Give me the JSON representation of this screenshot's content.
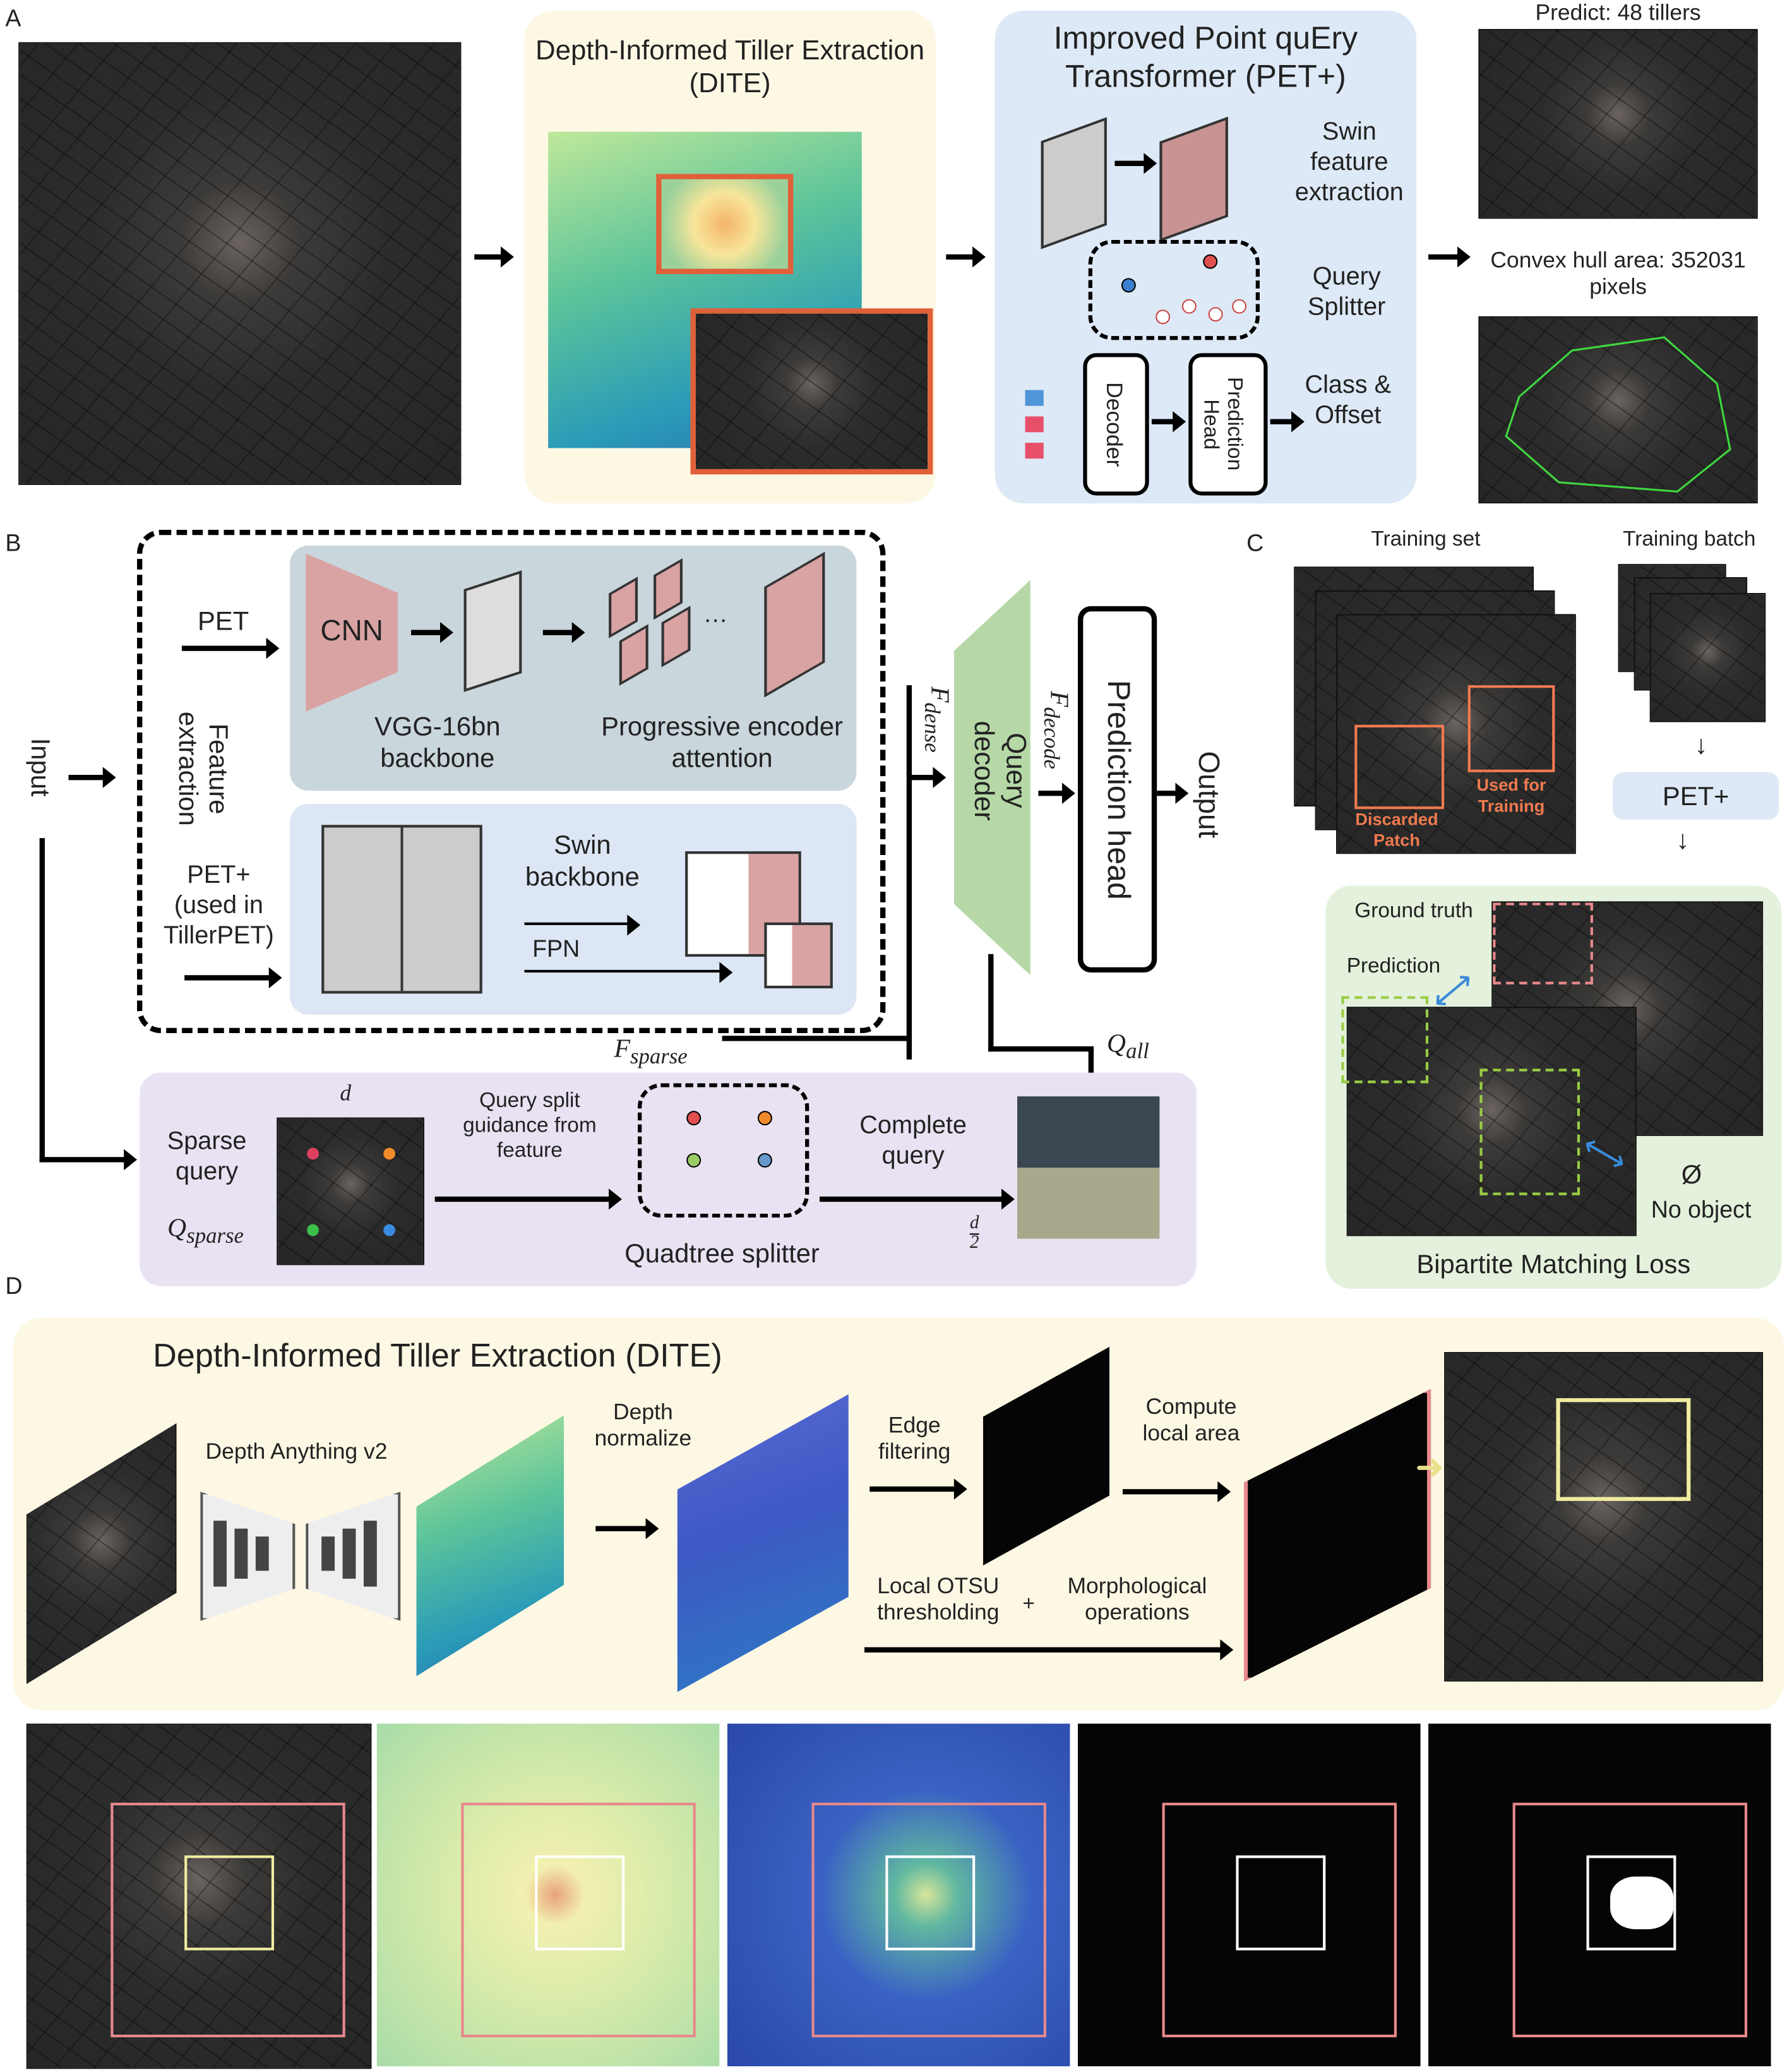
{
  "panel_labels": {
    "a": "A",
    "b": "B",
    "c": "C",
    "d": "D"
  },
  "panel_a": {
    "dite_title": "Depth-Informed Tiller Extraction (DITE)",
    "pet_title": "Improved Point quEry Transformer (PET+)",
    "swin": "Swin feature extraction",
    "query_splitter": "Query Splitter",
    "decoder": "Decoder",
    "prediction_head": "Prediction Head",
    "class_offset": "Class & Offset",
    "predict": "Predict: 48 tillers",
    "convex": "Convex hull area: 352031 pixels"
  },
  "panel_b": {
    "input": "Input",
    "pet": "PET",
    "feature_extraction": "Feature extraction",
    "cnn": "CNN",
    "vgg": "VGG-16bn backbone",
    "progressive": "Progressive encoder attention",
    "ellipsis": "···",
    "pet_plus": "PET+ (used in TillerPET)",
    "swin_backbone": "Swin backbone",
    "fpn": "FPN",
    "f_dense": "F",
    "f_dense_sub": "dense",
    "query_decoder": "Query decoder",
    "f_decode": "F",
    "f_decode_sub": "decode",
    "prediction_head": "Prediction head",
    "output": "Output",
    "f_sparse": "F",
    "f_sparse_sub": "sparse",
    "q_all": "Q",
    "q_all_sub": "all",
    "sparse_query": "Sparse query",
    "q_sparse": "Q",
    "q_sparse_sub": "sparse",
    "d": "d",
    "query_split": "Query split guidance from feature",
    "quadtree": "Quadtree splitter",
    "complete_query": "Complete query",
    "d_half_num": "d",
    "d_half_den": "2"
  },
  "panel_c": {
    "training_set": "Training set",
    "training_batch": "Training batch",
    "discarded": "Discarded Patch",
    "used": "Used for Training",
    "pet_plus": "PET+",
    "ground_truth": "Ground truth",
    "prediction": "Prediction",
    "empty_set": "Ø",
    "no_object": "No object",
    "bipartite": "Bipartite Matching Loss"
  },
  "panel_d": {
    "title": "Depth-Informed Tiller Extraction (DITE)",
    "depth_anything": "Depth Anything v2",
    "depth_normalize": "Depth normalize",
    "edge_filtering": "Edge filtering",
    "compute_local": "Compute local area",
    "otsu": "Local OTSU thresholding",
    "plus": "+",
    "morph": "Morphological operations"
  },
  "colors": {
    "dite_bg": "#fdf8e4",
    "pet_bg": "#dde9f6",
    "cnn": "#d9a3a3",
    "green_panel": "#e4f1dc",
    "purple_panel": "#e8e2f2",
    "decoder_green": "#b5d8a6",
    "orange": "#ef7a4f",
    "salmon": "#e8888c"
  }
}
